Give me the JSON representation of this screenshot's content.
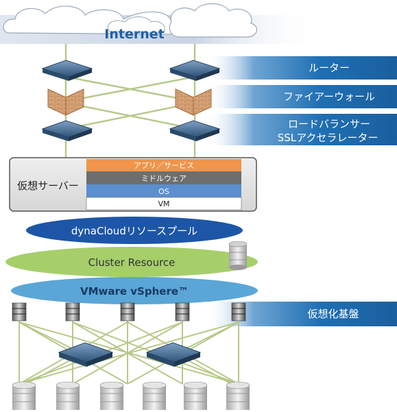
{
  "internet": {
    "label": "Internet"
  },
  "bands": {
    "router": "ルーター",
    "firewall": "ファイアーウォール",
    "load_balancer_line1": "ロードバランサー",
    "load_balancer_line2": "SSLアクセラレーター",
    "virtualization": "仮想化基盤"
  },
  "virtual_server": {
    "label": "仮想サーバー",
    "layers": [
      "アプリ／サービス",
      "ミドルウェア",
      "OS",
      "VM"
    ]
  },
  "platform": {
    "dynacloud": "dynaCloudリソースプール",
    "cluster": "Cluster Resource",
    "vsphere": "VMware vSphere™"
  },
  "colors": {
    "band_blue": "#1f6fb3",
    "app_layer": "#f0954a",
    "middleware_layer": "#6e6e6e",
    "os_layer": "#5b8fcf",
    "dynacloud": "#1d56a6",
    "cluster": "#a6cf6a",
    "vsphere": "#5aa6d6",
    "link_green": "#b7c98a"
  }
}
